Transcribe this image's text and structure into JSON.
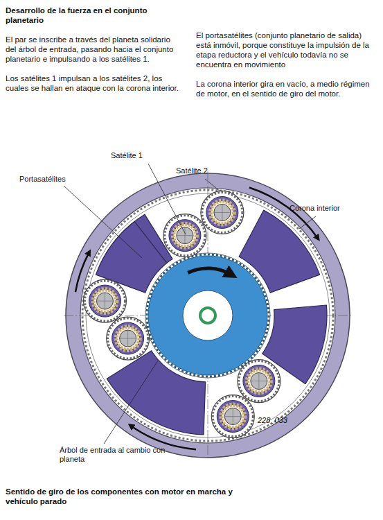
{
  "diagram": {
    "title": "Desarrollo de la fuerza en el conjunto planetario",
    "caption": "Sentido de giro de los componentes con motor en marcha y vehículo parado",
    "labels": [
      "El par se inscribe a través del planeta solidario del árbol de entrada, pasando hacia el conjunto planetario e impulsando a los satélites 1.",
      "Los satélites 1 impulsan a los satélites 2, los cuales se hallan en ataque con la corona interior.",
      "El portasatélites (conjunto planetario de salida) está inmóvil, porque constituye la impulsión de la etapa reductora y el vehículo todavía no se encuentra en movimiento",
      "La corona interior gira en vacío, a medio régimen de motor, en el sentido de giro del motor.",
      "Satélite 1",
      "Satélite 2",
      "Portasatélites",
      "Corona interior",
      "228_033",
      "Árbol de entrada al cambio con planeta"
    ]
  }
}
